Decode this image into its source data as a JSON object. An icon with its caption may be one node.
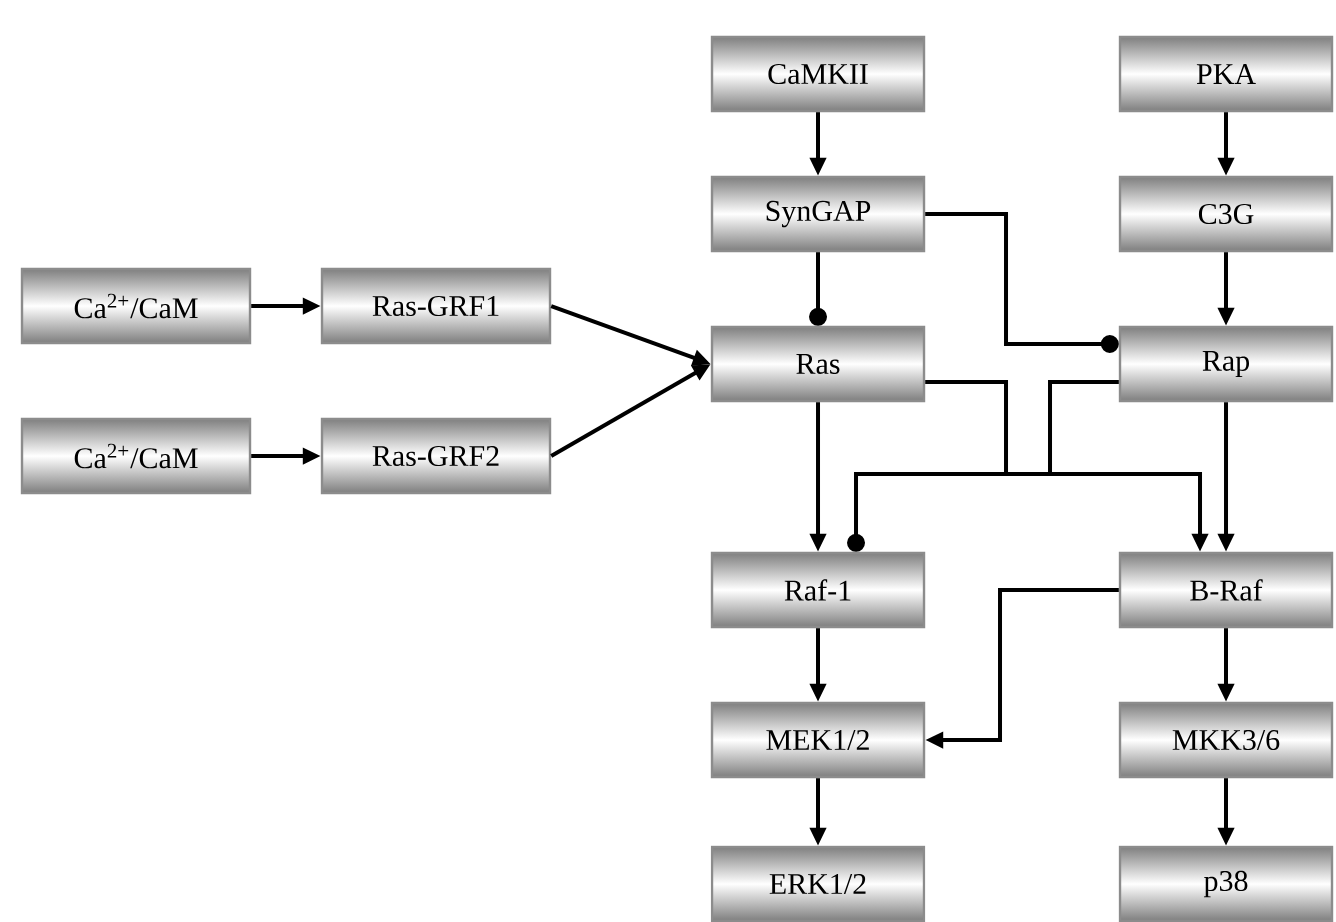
{
  "diagram": {
    "nodes": [
      {
        "text": [
          "CaMKII"
        ]
      },
      {
        "text": [
          "PKA"
        ]
      },
      {
        "text": [
          "SynGAP"
        ]
      },
      {
        "text": [
          "C3G"
        ]
      },
      {
        "text": [
          "Ca$^{2+}$/CaM"
        ]
      },
      {
        "text": [
          "Ras-GRF1"
        ]
      },
      {
        "text": [
          "Ca$^{2+}$/CaM"
        ]
      },
      {
        "text": [
          "Ras-GRF2"
        ]
      },
      {
        "text": [
          "Ras"
        ]
      },
      {
        "text": [
          "Rap"
        ]
      },
      {
        "text": [
          "Raf-1"
        ]
      },
      {
        "text": [
          "B-Raf"
        ]
      },
      {
        "text": [
          "MEK1/2"
        ]
      },
      {
        "text": [
          "MKK3/6"
        ]
      },
      {
        "text": [
          "ERK1/2"
        ]
      },
      {
        "text": [
          "p38"
        ]
      }
    ],
    "edges": [
      {
        "from": 0,
        "to": 2,
        "arrow": "to"
      },
      {
        "from": 1,
        "to": 3,
        "arrow": "to"
      },
      {
        "from": 2,
        "to": 8,
        "arrow": "other"
      },
      {
        "from": 2,
        "to": 9,
        "arrow": "other"
      },
      {
        "from": 3,
        "to": 9,
        "arrow": "to"
      },
      {
        "from": 4,
        "to": 5,
        "arrow": "to"
      },
      {
        "from": 6,
        "to": 7,
        "arrow": "to"
      },
      {
        "from": 5,
        "to": 8,
        "arrow": "to"
      },
      {
        "from": 7,
        "to": 8,
        "arrow": "to"
      },
      {
        "from": 8,
        "to": 10,
        "arrow": "to"
      },
      {
        "from": 8,
        "to": 11,
        "arrow": "to"
      },
      {
        "from": 9,
        "to": 10,
        "arrow": "other"
      },
      {
        "from": 9,
        "to": 11,
        "arrow": "to"
      },
      {
        "from": 10,
        "to": 12,
        "arrow": "to"
      },
      {
        "from": 11,
        "to": 12,
        "arrow": "to"
      },
      {
        "from": 11,
        "to": 13,
        "arrow": "to"
      },
      {
        "from": 12,
        "to": 14,
        "arrow": "to"
      },
      {
        "from": 13,
        "to": 15,
        "arrow": "to"
      }
    ]
  }
}
